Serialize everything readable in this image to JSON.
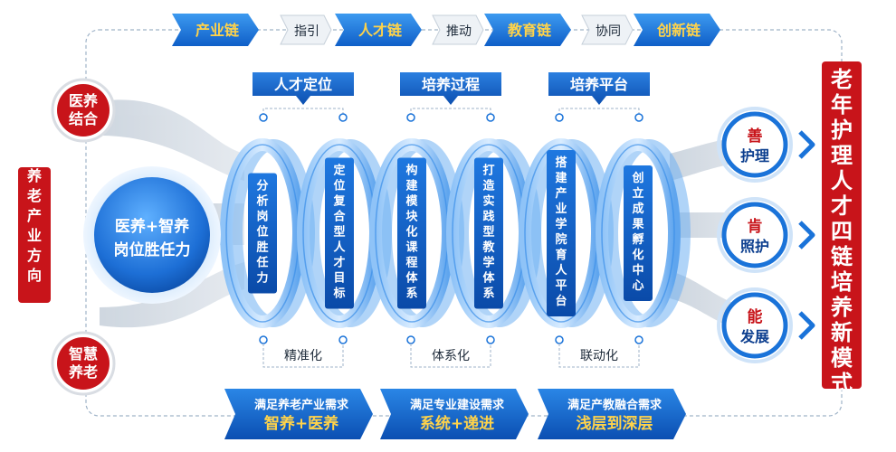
{
  "top_chain": {
    "items": [
      "产业链",
      "人才链",
      "教育链",
      "创新链"
    ],
    "connectors": [
      "指引",
      "推动",
      "协同"
    ]
  },
  "stages": {
    "headers": [
      "人才定位",
      "培养过程",
      "培养平台"
    ],
    "footers": [
      "精准化",
      "体系化",
      "联动化"
    ]
  },
  "coils": [
    {
      "label": "分析岗位胜任力"
    },
    {
      "label": "定位复合型人才目标"
    },
    {
      "label": "构建模块化课程体系"
    },
    {
      "label": "打造实践型教学体系"
    },
    {
      "label": "搭建产业学院育人平台"
    },
    {
      "label": "创立成果孵化中心"
    }
  ],
  "left": {
    "top_circle": "医养结合",
    "bottom_circle": "智慧养老",
    "direction_label": "养老产业方向",
    "core_circle": "医养+智养岗位胜任力"
  },
  "right": {
    "outcomes": [
      {
        "char": "善",
        "text": "护理"
      },
      {
        "char": "肯",
        "text": "照护"
      },
      {
        "char": "能",
        "text": "发展"
      }
    ],
    "model_title": "老年护理人才四链培养新模式"
  },
  "bottom_banners": [
    {
      "line1": "满足养老产业需求",
      "line2": "智养+医养"
    },
    {
      "line1": "满足专业建设需求",
      "line2": "系统+递进"
    },
    {
      "line1": "满足产教融合需求",
      "line2": "浅层到深层"
    }
  ],
  "colors": {
    "blue": "#1a73d9",
    "dark_blue": "#0d3f8f",
    "red": "#c8141a",
    "orange": "#ffd34a"
  }
}
